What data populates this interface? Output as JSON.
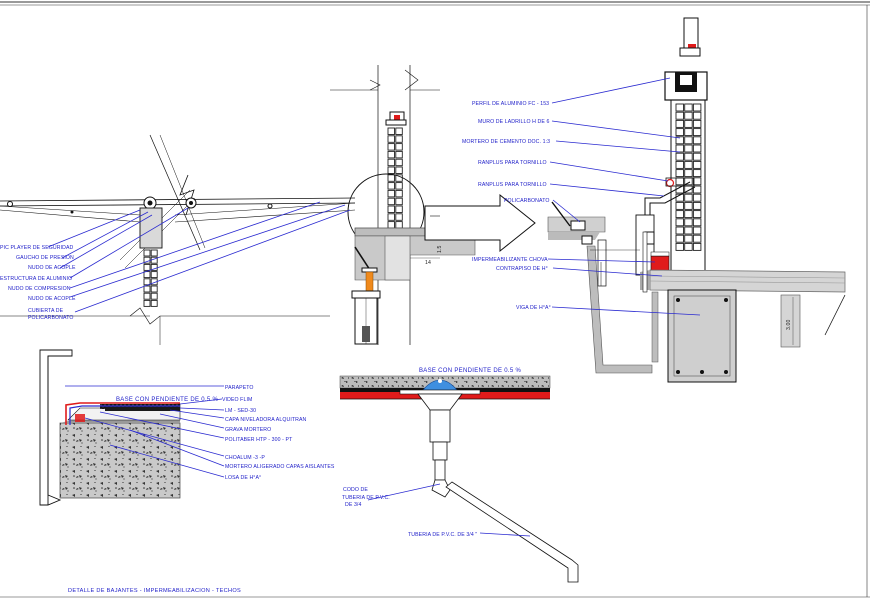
{
  "details": {
    "curtain_wall": {
      "labels": [
        "PIC PLAYER DE SEGURIDAD",
        "GAUCHO DE PRESION",
        "NUDO DE ACOPLE",
        "ESTRUCTURA DE ALUMINIO",
        "NUDO DE COMPRESION",
        "NUDO DE ACOPLE",
        "CUBIERTA DE",
        "POLICARBONATO"
      ]
    },
    "wall_section": {
      "labels": [
        "PERFIL DE ALUMINIO FC - 153",
        "MURO DE LADRILLO H DE 6",
        "MORTERO DE CEMENTO DOC. 1:3",
        "RANPLUS PARA TORNILLO",
        "RANPLUS PARA TORNILLO",
        "POLICARBONATO",
        "IMPERMEABILIZANTE CHOVA",
        "CONTRAPISO DE H°",
        "VIGA DE H°A°"
      ],
      "dim_left": "14",
      "dim_right": "3.00"
    },
    "parapet": {
      "slope_label": "BASE CON PENDIENTE DE 0.5 %",
      "labels": [
        "PARAPETO",
        "VIDEO FLIM",
        "LM - SED-30",
        "CAPA NIVELADORA ALQUITRAN",
        "GRAVA MORTERO",
        "POLITABER HTP - 300 - PT",
        "CHOALUM -3 -P",
        "MORTERO ALIGERADO CAPAS AISLANTES",
        "LOSA DE H°A°"
      ]
    },
    "drain": {
      "slope_label": "BASE CON PENDIENTE DE 0.5 %",
      "elbow_label": [
        "CODO DE",
        "TUBERIA DE P.V.C.",
        "DE 3/4"
      ],
      "pipe_label": "TUBERIA DE P.V.C. DE 3/4 \""
    }
  },
  "footer_title": "DETALLE DE BAJANTES  -  IMPERMEABILIZACION  -  TECHOS",
  "colors": {
    "annotation": "#1c1cc8",
    "section_gray": "#bdbdbd",
    "waterproof_red": "#e01b1b",
    "drain_blue": "#3f8fe0",
    "bolt_orange": "#f08a1c"
  }
}
